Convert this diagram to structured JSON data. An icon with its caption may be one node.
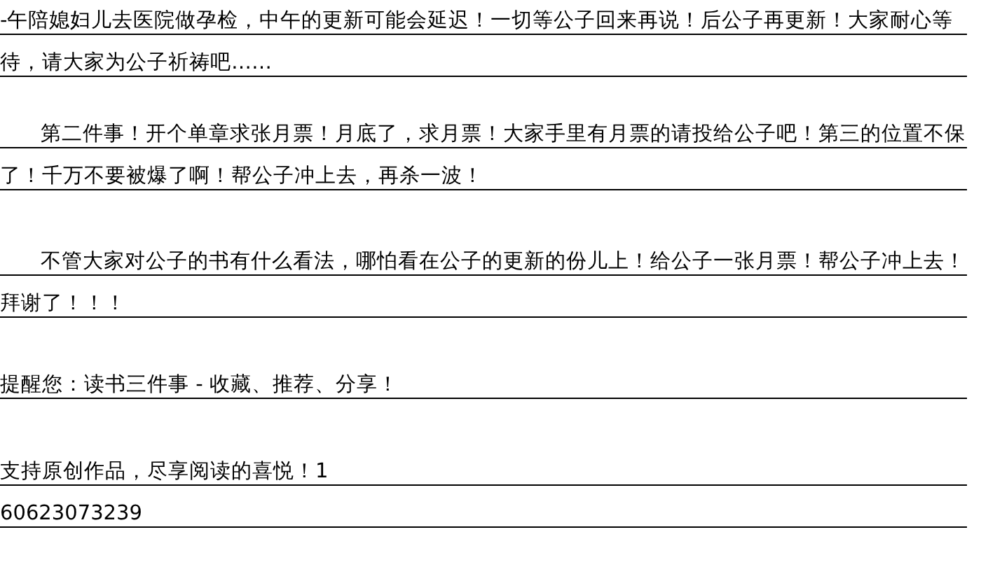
{
  "diagram": {
    "labels": [
      "-午陪媳妇儿去医院做孕检，中午的更新可能会延迟！一切等公子回来再说！后公子再更新！大家耐心等待，请大家为公子祈祷吧……",
      "第二件事！开个单章求张月票！月底了，求月票！大家手里有月票的请投给公子吧！第三的位置不保了！千万不要被爆了啊！帮公子冲上去，再杀一波！",
      "不管大家对公子的书有什么看法，哪怕看在公子的更新的份儿上！给公子一张月票！帮公子冲上去！拜谢了！！！",
      "提醒您：读书三件事 - 收藏、推荐、分享！",
      "支持原创作品，尽享阅读的喜悦！1",
      "60623073239"
    ]
  }
}
